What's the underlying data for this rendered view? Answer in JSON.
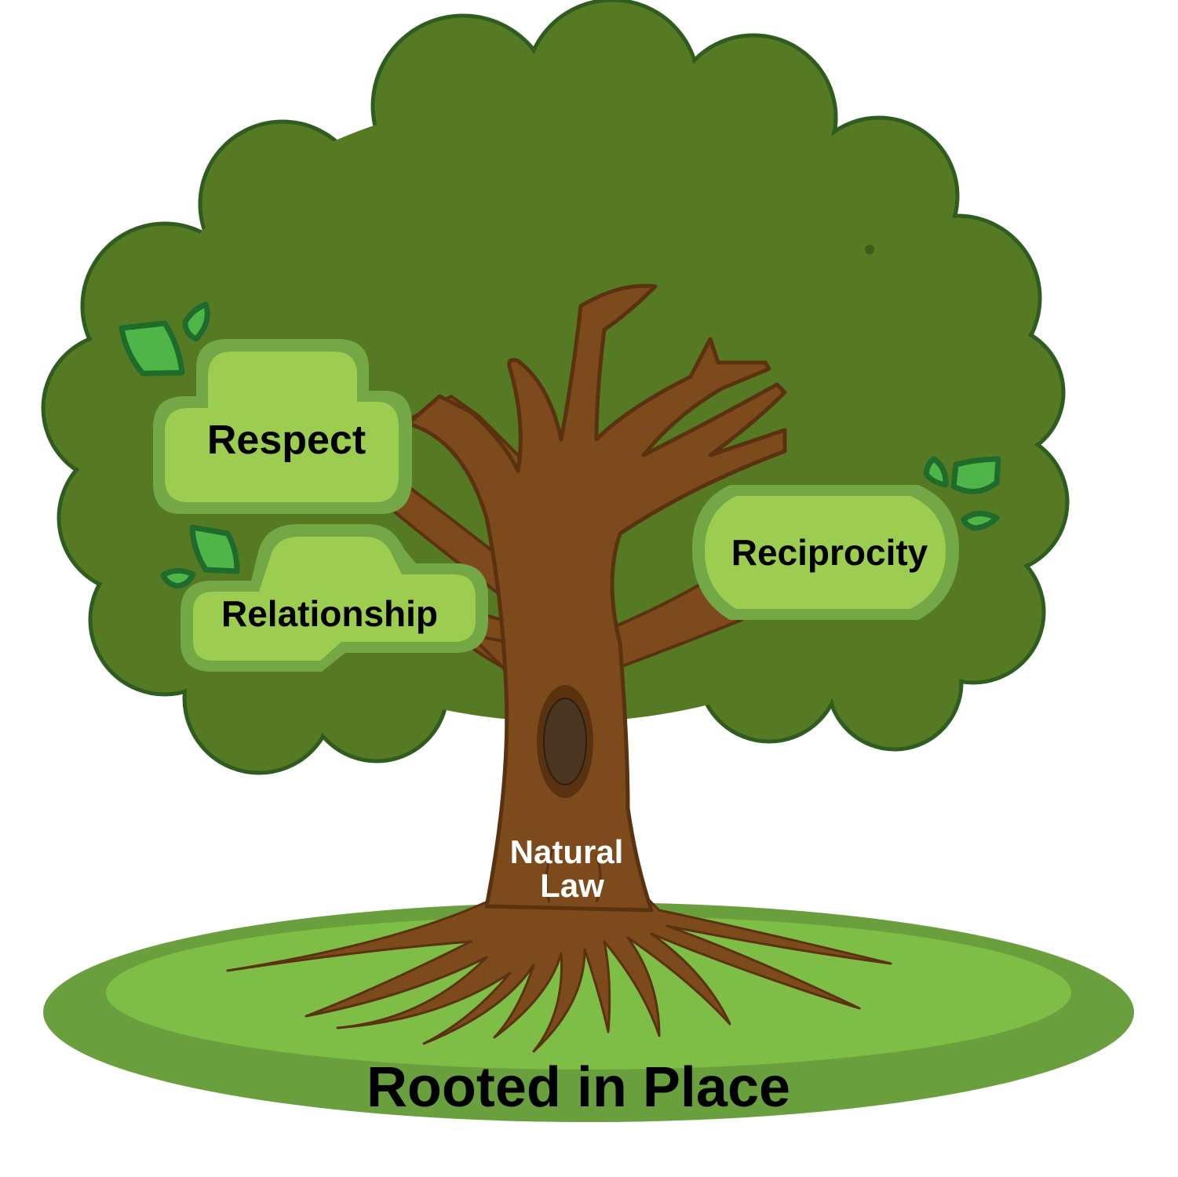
{
  "labels": {
    "respect": "Respect",
    "relationship": "Relationship",
    "reciprocity": "Reciprocity",
    "trunk_line1": "Natural",
    "trunk_line2": "Law",
    "ground": "Rooted in Place"
  },
  "colors": {
    "background": "#ffffff",
    "canopy_fill": "#557a23",
    "canopy_outline": "#2f5c1f",
    "bark": "#7d4a1b",
    "bark_outline": "#5a3210",
    "knot_outer": "#5a3210",
    "knot_inner": "#4a3620",
    "grass_outer": "#6a9f3e",
    "grass_inner": "#7fbe46",
    "label_box_fill": "#9ccc50",
    "label_box_border": "#74a847",
    "leaf_fill": "#4fb548",
    "leaf_outline": "#1f6b2c",
    "label_text": "#000000",
    "trunk_text": "#ffffff"
  }
}
